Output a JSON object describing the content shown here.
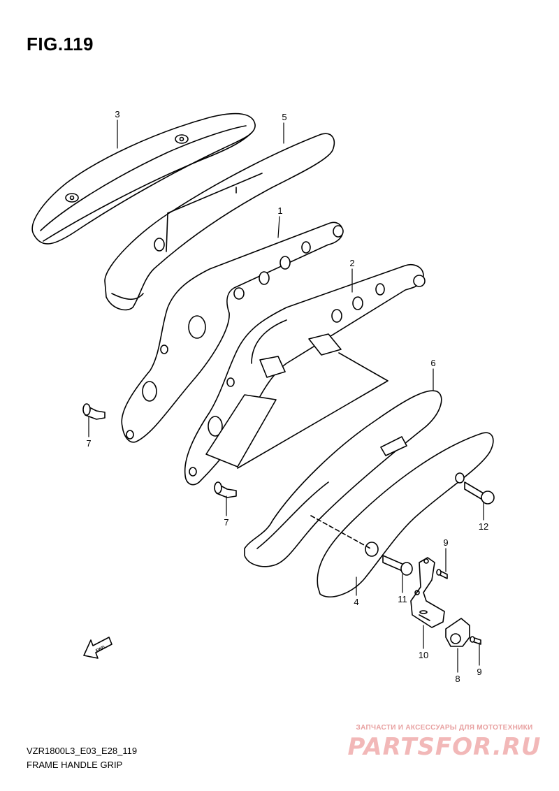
{
  "figure": {
    "title": "FIG.119"
  },
  "callouts": [
    {
      "id": "c3",
      "label": "3"
    },
    {
      "id": "c5",
      "label": "5"
    },
    {
      "id": "c1",
      "label": "1"
    },
    {
      "id": "c2",
      "label": "2"
    },
    {
      "id": "c6",
      "label": "6"
    },
    {
      "id": "c7a",
      "label": "7"
    },
    {
      "id": "c7b",
      "label": "7"
    },
    {
      "id": "c12",
      "label": "12"
    },
    {
      "id": "c9a",
      "label": "9"
    },
    {
      "id": "c11",
      "label": "11"
    },
    {
      "id": "c4",
      "label": "4"
    },
    {
      "id": "c10",
      "label": "10"
    },
    {
      "id": "c8",
      "label": "8"
    },
    {
      "id": "c9b",
      "label": "9"
    }
  ],
  "fwd_label": "FWD",
  "footer": {
    "code": "VZR1800L3_E03_E28_119",
    "name": "FRAME HANDLE GRIP"
  },
  "watermark": {
    "tagline": "ЗАПЧАСТИ И АКСЕССУАРЫ ДЛЯ МОТОТЕХНИКИ",
    "logo": "PARTSFOR.RU"
  }
}
